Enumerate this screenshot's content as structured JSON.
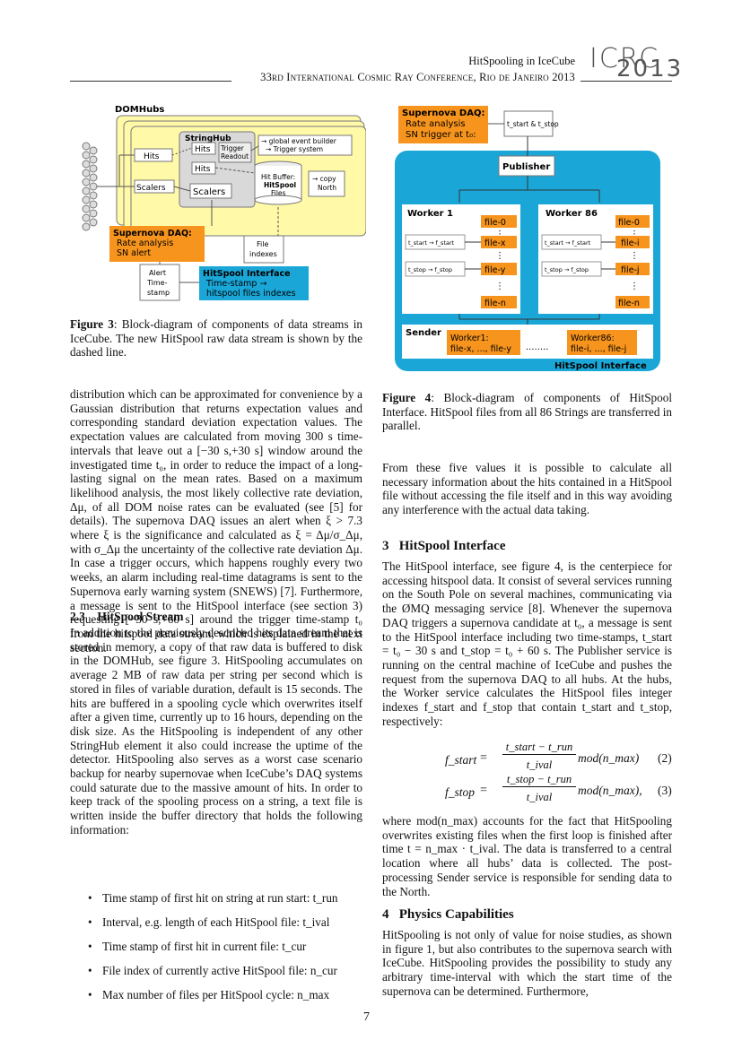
{
  "header": {
    "short_title": "HitSpooling in IceCube",
    "conference": "33rd International Cosmic Ray Conference, Rio de Janeiro 2013",
    "logo_top": "ICRC",
    "logo_year": "2013"
  },
  "fig3": {
    "domhubs": "DOMHubs",
    "stringhub": "StringHub",
    "hits_left": "Hits",
    "hits_inner": "Hits",
    "hits_inner2": "Hits",
    "trigger": "Trigger",
    "readout": "Readout",
    "scalers_left": "Scalers",
    "scalers_inner": "Scalers",
    "geb_1": "→ global event builder",
    "geb_2": "→ Trigger system",
    "buffer_1": "Hit Buffer:",
    "buffer_2": "HitSpool",
    "buffer_3": "Files",
    "copy_1": "→ copy",
    "copy_2": "North",
    "sn_title": "Supernova DAQ:",
    "sn_line1": "Rate analysis",
    "sn_line2": "SN alert",
    "file_idx_1": "File",
    "file_idx_2": "indexes",
    "alert_1": "Alert",
    "alert_2": "Time-",
    "alert_3": "stamp",
    "hs_title": "HitSpool Interface",
    "hs_line1": "Time-stamp →",
    "hs_line2": "hitspool files indexes",
    "caption_label": "Figure 3",
    "caption_text": ": Block-diagram of components of data streams in IceCube. The new HitSpool raw data stream is shown by the dashed line."
  },
  "fig4": {
    "sn_title": "Supernova DAQ:",
    "sn_line1": "Rate analysis",
    "sn_line2": "SN trigger at t₀:",
    "tstart_tstop": "t_start & t_stop",
    "publisher": "Publisher",
    "worker1": "Worker 1",
    "worker86": "Worker 86",
    "w1_files": [
      "file-0",
      "file-x",
      "file-y",
      "file-n"
    ],
    "w86_files": [
      "file-0",
      "file-i",
      "file-j",
      "file-n"
    ],
    "map_start": "t_start → f_start",
    "map_stop": "t_stop → f_stop",
    "dots": "⋮",
    "sender": "Sender",
    "sender_w1_a": "Worker1:",
    "sender_w1_b": "file-x, ..., file-y",
    "sender_dots": "........",
    "sender_w86_a": "Worker86:",
    "sender_w86_b": "file-i, ..., file-j",
    "hs_interface": "HitSpool Interface",
    "caption_label": "Figure 4",
    "caption_text": ": Block-diagram of components of HitSpool Interface. HitSpool files from all 86 Strings are transferred in parallel."
  },
  "left": {
    "para1": "distribution which can be approximated for convenience by a Gaussian distribution that returns expectation values and corresponding standard deviation expectation values. The expectation values are calculated from moving 300 s time-intervals that leave out a [−30 s,+30 s] window around the investigated time t₀, in order to reduce the impact of a long-lasting signal on the mean rates. Based on a maximum likelihood analysis, the most likely collective rate deviation, Δμ, of all DOM noise rates can be evaluated (see [5] for details). The supernova DAQ issues an alert when ξ > 7.3 where ξ is the significance and calculated as ξ = Δμ/σ_Δμ, with σ_Δμ the uncertainty of the collective rate deviation Δμ. In case a trigger occurs, which happens roughly every two weeks, an alarm including real-time datagrams is sent to the Supernova early warning system (SNEWS) [7]. Furthermore, a message is sent to the HitSpool interface (see section 3) requesting [−30 s,+60 s] around the trigger time-stamp t₀ from the hitspool data stream, which is explained in the next section.",
    "sec23_num": "2.3",
    "sec23_title": "HitSpool Stream",
    "para2": "In addition to the previously described hits data stream that is stored in memory, a copy of that raw data is buffered to disk in the DOMHub, see figure 3. HitSpooling accumulates on average 2 MB of raw data per string per second which is stored in files of variable duration, default is 15 seconds. The hits are buffered in a spooling cycle which overwrites itself after a given time, currently up to 16 hours, depending on the disk size. As the HitSpooling is independent of any other StringHub element it also could increase the uptime of the detector. HitSpooling also serves as a worst case scenario backup for nearby supernovae when IceCube’s DAQ systems could saturate due to the massive amount of hits. In order to keep track of the spooling process on a string, a text file is written inside the buffer directory that holds the following information:",
    "bullets": [
      "Time stamp of first hit on string at run start: t_run",
      "Interval, e.g. length of each HitSpool file: t_ival",
      "Time stamp of first hit in current file: t_cur",
      "File index of currently active HitSpool file: n_cur",
      "Max number of files per HitSpool cycle: n_max"
    ]
  },
  "right": {
    "para1": "From these five values it is possible to calculate all necessary information about the hits contained in a HitSpool file without accessing the file itself and in this way avoiding any interference with the actual data taking.",
    "sec3_num": "3",
    "sec3_title": "HitSpool Interface",
    "para2": "The HitSpool interface, see figure 4, is the centerpiece for accessing hitspool data. It consist of several services running on the South Pole on several machines, communicating via the ØMQ messaging service [8]. Whenever the supernova DAQ triggers a supernova candidate at t₀, a message is sent to the HitSpool interface including two time-stamps, t_start = t₀ − 30 s and t_stop = t₀ + 60 s. The Publisher service is running on the central machine of IceCube and pushes the request from the supernova DAQ to all hubs. At the hubs, the Worker service calculates the HitSpool files integer indexes f_start and f_stop that contain t_start and t_stop, respectively:",
    "eq2_lhs": "f_start",
    "eq2_rhs_num": "t_start − t_run",
    "eq2_rhs_den": "t_ival",
    "eq2_mod": "mod(n_max)",
    "eq2_num": "(2)",
    "eq3_lhs": "f_stop",
    "eq3_rhs_num": "t_stop − t_run",
    "eq3_rhs_den": "t_ival",
    "eq3_mod": "mod(n_max),",
    "eq3_num": "(3)",
    "eq_sign": "=",
    "para3": "where mod(n_max) accounts for the fact that HitSpooling overwrites existing files when the first loop is finished after time t = n_max · t_ival. The data is transferred to a central location where all hubs’ data is collected. The post-processing Sender service is responsible for sending data to the North.",
    "sec4_num": "4",
    "sec4_title": "Physics Capabilities",
    "para4": "HitSpooling is not only of value for noise studies, as shown in figure 1, but also contributes to the supernova search with IceCube. HitSpooling provides the possibility to study any arbitrary time-interval with which the start time of the supernova can be determined. Furthermore,"
  },
  "page_number": "7",
  "colors": {
    "yellow": "#fff9a8",
    "orange": "#f7941d",
    "cyan": "#1aa7d8",
    "grey_box": "#d9d9d9"
  }
}
